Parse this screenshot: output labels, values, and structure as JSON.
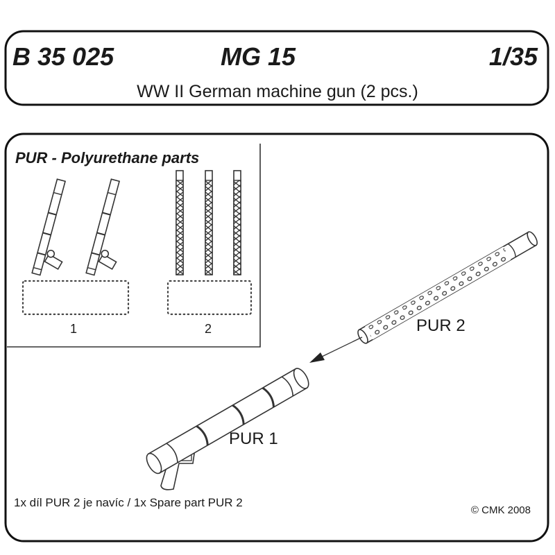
{
  "header": {
    "catalog_number": "B 35 025",
    "model": "MG 15",
    "scale": "1/35",
    "subtitle": "WW II German machine gun (2 pcs.)"
  },
  "parts_panel": {
    "title": "PUR - Polyurethane parts",
    "part_labels": [
      "1",
      "2"
    ]
  },
  "assembly": {
    "part_1_label": "PUR 1",
    "part_2_label": "PUR 2"
  },
  "footer": {
    "note": "1x díl PUR 2 je navíc / 1x Spare part PUR 2",
    "copyright": "© CMK 2008"
  }
}
